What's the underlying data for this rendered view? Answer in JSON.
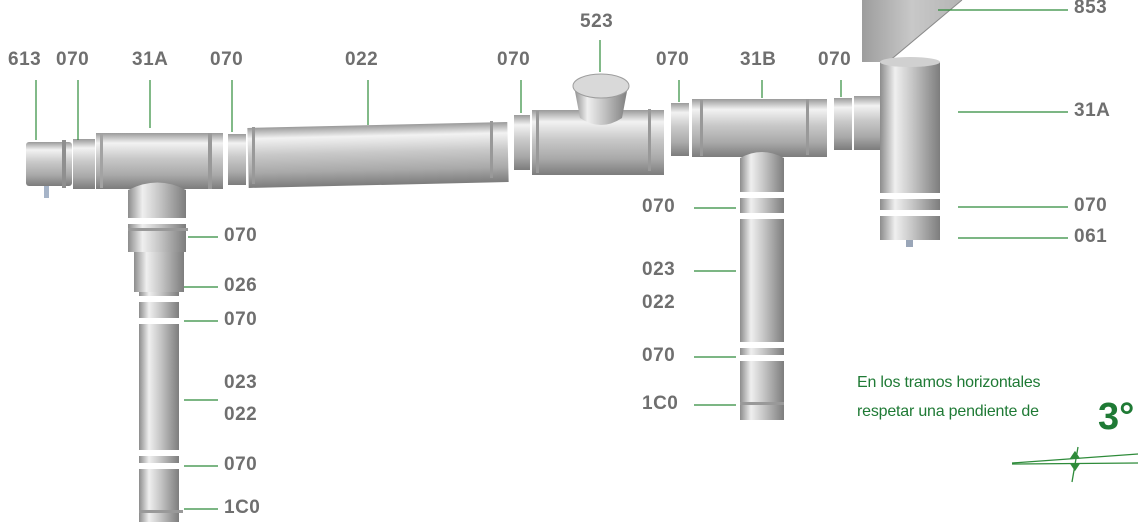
{
  "top_labels": [
    "613",
    "070",
    "31A",
    "070",
    "022",
    "070",
    "523",
    "070",
    "31B",
    "070"
  ],
  "right_labels": {
    "a": "853",
    "b": "31A",
    "c": "070",
    "d": "061"
  },
  "left_stack": [
    "070",
    "026",
    "070",
    "023",
    "022",
    "070",
    "1C0"
  ],
  "mid_stack": [
    "070",
    "023",
    "022",
    "070",
    "1C0"
  ],
  "note": {
    "line1": "En los tramos horizontales",
    "line2": "respetar una pendiente de",
    "degrees": "3°"
  },
  "colors": {
    "label_gray": "#6f6f6f",
    "accent_green": "#1f7a35",
    "leader_green": "#2e8b3a"
  }
}
